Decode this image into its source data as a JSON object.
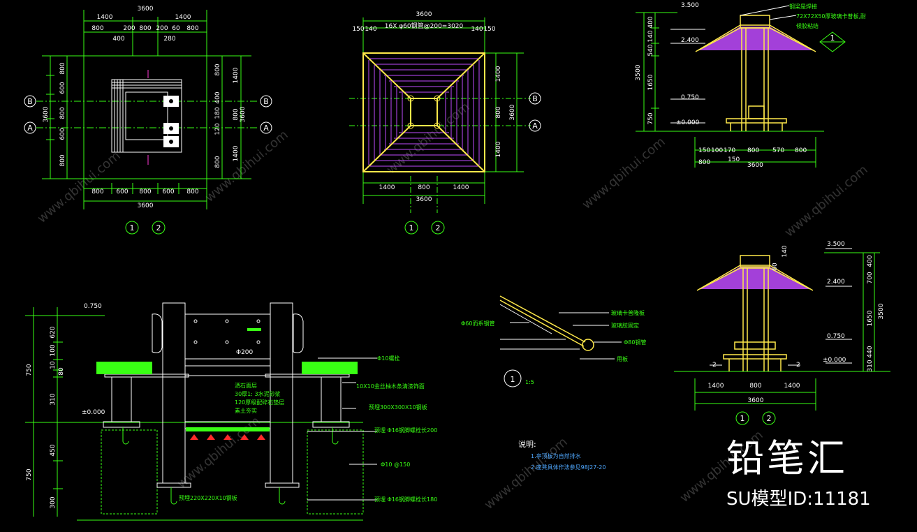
{
  "brand": {
    "name": "铅笔汇",
    "model_id": "SU模型ID:11181"
  },
  "watermark": "www.qbihui.com",
  "plan": {
    "top_dims_row1": [
      "1400",
      "3600",
      "1400"
    ],
    "top_dims_row2": [
      "800",
      "200",
      "800",
      "200",
      "60",
      "800"
    ],
    "top_dims_row3": [
      "400",
      "280"
    ],
    "left_dims": [
      "800",
      "600",
      "800",
      "600",
      "800"
    ],
    "left_total": "3600",
    "right_dims_a": [
      "800",
      "400",
      "180",
      "120",
      "800"
    ],
    "right_dims_b": [
      "1400",
      "800",
      "1400"
    ],
    "right_total": "3600",
    "bottom_dims": [
      "800",
      "600",
      "800",
      "600",
      "800"
    ],
    "bottom_total": "3600",
    "axis_b": "B",
    "axis_a": "A",
    "view_marks": [
      "1",
      "2"
    ]
  },
  "roof_plan": {
    "top_total": "3600",
    "top_dims": [
      "150",
      "140",
      "16X φ60钢管@200=3020",
      "140",
      "150"
    ],
    "right_dims": [
      "1400",
      "800",
      "1400"
    ],
    "right_total": "3600",
    "bottom_dims": [
      "1400",
      "800",
      "1400"
    ],
    "bottom_total": "3600",
    "axis_b": "B",
    "axis_a": "A",
    "view_marks": [
      "1",
      "2"
    ]
  },
  "elevation_side": {
    "levels": [
      "3.500",
      "2.400",
      "0.750",
      "±0.000"
    ],
    "left_dims": [
      "400",
      "140",
      "540",
      "1650",
      "750"
    ],
    "left_total": "3500",
    "note1": "钢梁是焊接",
    "note2": "72X72X50厚玻璃卡普板,耐",
    "note3": "候胶粘结",
    "bottom_dims_1": [
      "150",
      "100",
      "170",
      "800",
      "570",
      "800"
    ],
    "bottom_dims_2": [
      "800",
      "150",
      "3600"
    ],
    "callout": "1"
  },
  "elevation_front": {
    "levels": [
      "3.500",
      "2.400",
      "0.750",
      "±0.000"
    ],
    "right_dims": [
      "400",
      "700",
      "1650",
      "440",
      "310"
    ],
    "right_total": "3500",
    "top_dims": [
      "60",
      "140"
    ],
    "bottom_dims": [
      "1400",
      "800",
      "1400"
    ],
    "bottom_total": "3600",
    "section_mark": "2",
    "view_marks": [
      "1",
      "2"
    ]
  },
  "section": {
    "level": "0.750",
    "level0": "±0.000",
    "left_dims_a": [
      "620",
      "100",
      "10",
      "80",
      "310"
    ],
    "left_dims_b": [
      "750",
      "450",
      "750",
      "300"
    ],
    "pipe_label": "Φ200",
    "labels": [
      "Φ10螺栓",
      "10X10金丝柚木条清漆饰面",
      "预埋300X300X10钢板",
      "预埋 Φ16钢脚螺栓长200",
      "Φ10 @150",
      "预埋 Φ16钢脚螺栓长180",
      "预埋220X220X10钢板"
    ],
    "layers": [
      "洒石面层",
      "30厚1: 3水泥砂浆",
      "120厚级配碎石垫层",
      "素土夯实"
    ]
  },
  "detail": {
    "labels": [
      "Φ60而系钢管",
      "玻璃卡普隆板",
      "玻璃胶固定",
      "Φ80钢管",
      "用板"
    ],
    "callout": "1",
    "scale": "1:5"
  },
  "notes": {
    "title": "说明:",
    "items": [
      "1.亭顶板为自然排水",
      "2.座凳具体作法参见98J27-20"
    ]
  }
}
